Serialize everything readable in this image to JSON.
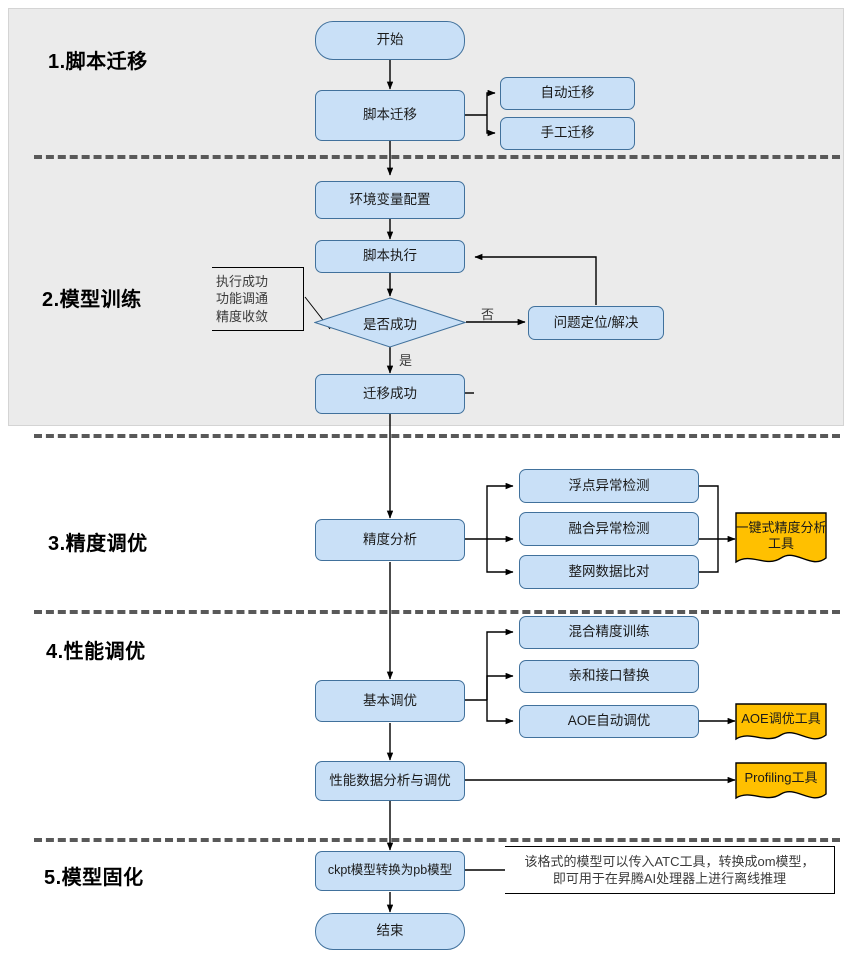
{
  "diagram": {
    "title": "Model migration flow",
    "colors": {
      "band_bg": "#ebebeb",
      "node_fill": "#c9e0f7",
      "node_stroke": "#41719c",
      "tool_fill": "#ffc000",
      "separator": "#595959",
      "edge": "#000000"
    }
  },
  "sections": [
    {
      "label": "1.脚本迁移"
    },
    {
      "label": "2.模型训练"
    },
    {
      "label": "3.精度调优"
    },
    {
      "label": "4.性能调优"
    },
    {
      "label": "5.模型固化"
    }
  ],
  "nodes": {
    "start": {
      "label": "开始"
    },
    "script_migrate": {
      "label": "脚本迁移"
    },
    "auto_migrate": {
      "label": "自动迁移"
    },
    "manual_migrate": {
      "label": "手工迁移"
    },
    "env_config": {
      "label": "环境变量配置"
    },
    "script_exec": {
      "label": "脚本执行"
    },
    "is_success": {
      "label": "是否成功"
    },
    "problem_solve": {
      "label": "问题定位/解决"
    },
    "migrate_success": {
      "label": "迁移成功"
    },
    "precision_analysis": {
      "label": "精度分析"
    },
    "float_anomaly": {
      "label": "浮点异常检测"
    },
    "fusion_anomaly": {
      "label": "融合异常检测"
    },
    "whole_net_cmp": {
      "label": "整网数据比对"
    },
    "basic_tuning": {
      "label": "基本调优"
    },
    "mixed_precision": {
      "label": "混合精度训练"
    },
    "affinity_api": {
      "label": "亲和接口替换"
    },
    "aoe_auto_tune": {
      "label": "AOE自动调优"
    },
    "perf_analysis": {
      "label": "性能数据分析与调优"
    },
    "ckpt_to_pb": {
      "label": "ckpt模型转换为pb模型"
    },
    "end": {
      "label": "结束"
    }
  },
  "tools": {
    "precision_tool": {
      "label": "一键式精度分析工具"
    },
    "aoe_tool": {
      "label": "AOE调优工具"
    },
    "profiling_tool": {
      "label": "Profiling工具"
    }
  },
  "annotations": {
    "success_criteria": {
      "label": "执行成功\n功能调通\n精度收敛"
    },
    "ckpt_note": {
      "label": "该格式的模型可以传入ATC工具，转换成om模型，\n即可用于在昇腾AI处理器上进行离线推理"
    }
  },
  "edge_labels": {
    "yes": "是",
    "no": "否"
  }
}
